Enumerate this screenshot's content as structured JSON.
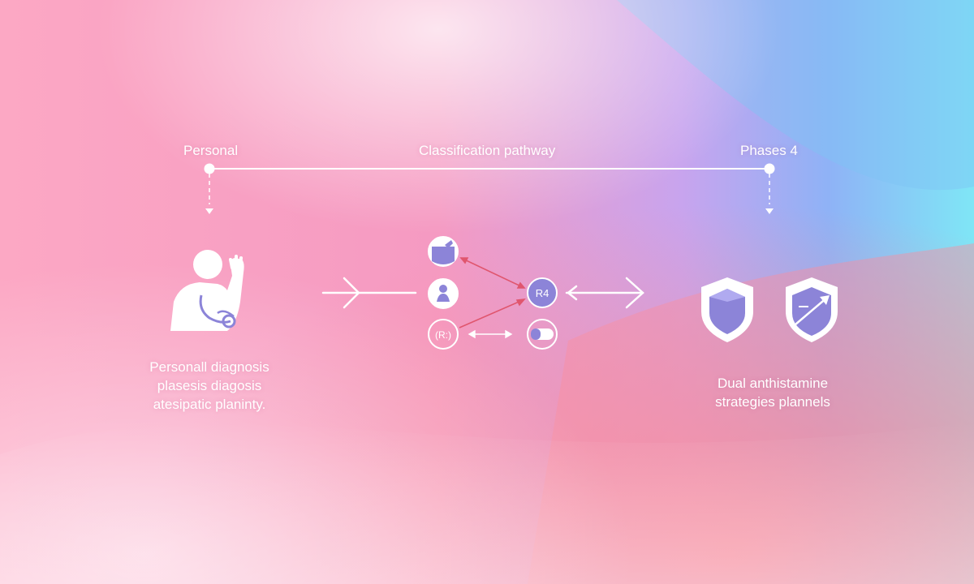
{
  "labels": {
    "top_left": "Personal",
    "top_center": "Classification pathway",
    "top_right": "Phases 4"
  },
  "left_caption": {
    "line1": "Personall diagnosis",
    "line2": "plasesis diagosis",
    "line3": "atesipatic planinty."
  },
  "right_caption": {
    "line1": "Dual anthistamine",
    "line2": "strategies plannels"
  },
  "center_node_text": {
    "r_node": "R4",
    "r_badge": "(R:)"
  },
  "icons": [
    "doctor-with-stethoscope-icon",
    "rightward-arrow-icon",
    "classification-network-icon",
    "double-arrow-icon",
    "shield-icon",
    "shield-with-arrow-icon"
  ],
  "colors": {
    "node_fill": "#8c84d8",
    "arrow_red": "#e0566e",
    "line_white": "#ffffff"
  }
}
